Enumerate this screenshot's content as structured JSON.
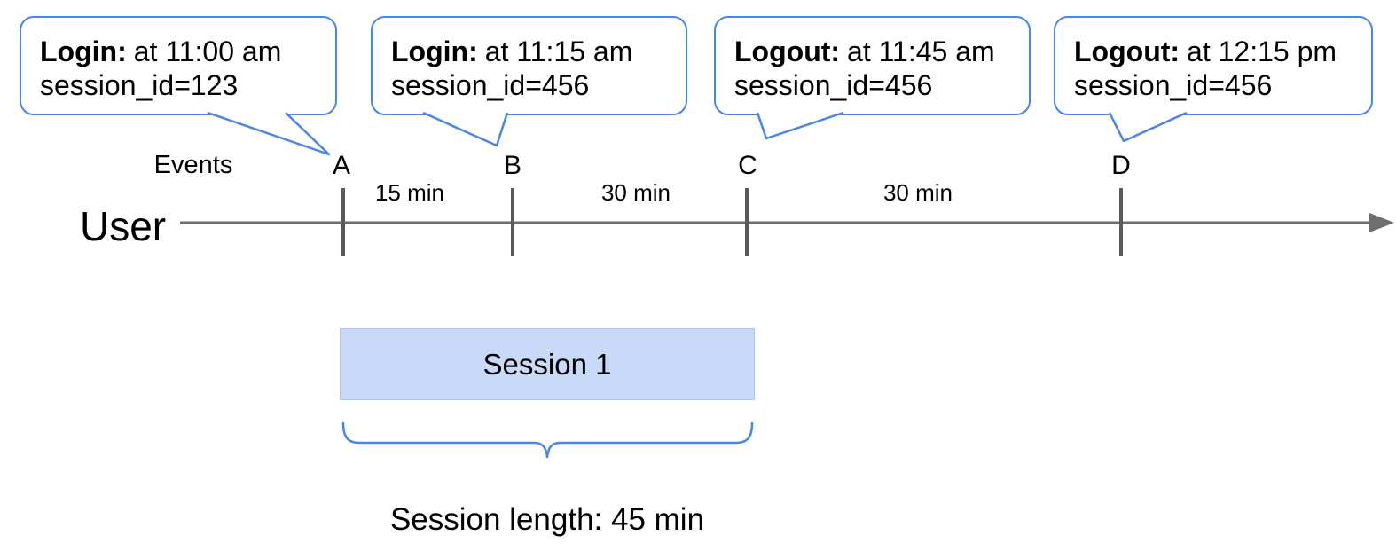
{
  "diagram": {
    "events_label": "Events",
    "user_label": "User",
    "callouts": [
      {
        "label": "A",
        "title": "Login:",
        "time": "at 11:00 am",
        "session": "session_id=123"
      },
      {
        "label": "B",
        "title": "Login:",
        "time": "at 11:15 am",
        "session": "session_id=456"
      },
      {
        "label": "C",
        "title": "Logout:",
        "time": "at 11:45 am",
        "session": "session_id=456"
      },
      {
        "label": "D",
        "title": "Logout:",
        "time": "at 12:15 pm",
        "session": "session_id=456"
      }
    ],
    "intervals": [
      "15 min",
      "30 min",
      "30 min"
    ],
    "session_box_label": "Session 1",
    "session_length_label": "Session length: 45 min",
    "colors": {
      "accent_blue": "#4a86e8",
      "session_fill": "#c9daf8",
      "line_gray": "#6e6e6e",
      "tick_gray": "#5a5a5a"
    }
  }
}
